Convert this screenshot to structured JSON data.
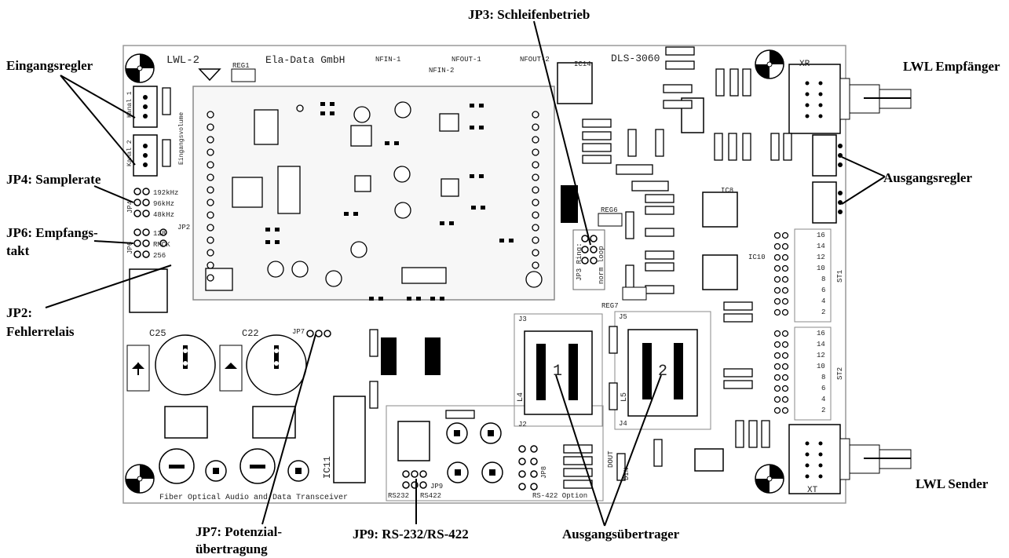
{
  "board": {
    "title": "LWL-2",
    "maker": "Ela-Data GmbH",
    "model": "DLS-3060",
    "tagline": "Fiber Optical Audio and Data Transceiver",
    "nfin1": "NFIN-1",
    "nfin2": "NFIN-2",
    "nfout1": "NFOUT-1",
    "nfout2": "NFOUT-2",
    "xr": "XR",
    "xt": "XT",
    "kanal1": "Kanal 1",
    "kanal2": "Kanal 2",
    "eingangsvolume": "Eingangsvolume",
    "sr192": "192kHz",
    "sr96": "96kHz",
    "sr48": "48kHz",
    "t128": "128",
    "rmck": "RMCK",
    "t256": "256",
    "jp3_ring": "JP3 Ring:",
    "jp3_opts": "norm loop",
    "rs232": "RS232",
    "rs422": "RS422",
    "rs422_option": "RS-422 Option",
    "dout": "DOUT",
    "din": "DIN",
    "xfmr1": "1",
    "xfmr2": "2",
    "j2": "J2",
    "j3": "J3",
    "j4": "J4",
    "j5": "J5",
    "l4": "L4",
    "l5": "L5",
    "st1": "ST1",
    "st2": "ST2",
    "st_pins": [
      "16",
      "14",
      "12",
      "10",
      "8",
      "6",
      "4",
      "2"
    ],
    "label_jp2": "JP2",
    "label_jp4": "JP4",
    "label_jp6": "JP6",
    "label_jp7": "JP7",
    "label_jp8": "JP8",
    "label_jp9": "JP9",
    "label_c25": "C25",
    "label_c22": "C22",
    "label_ic11": "IC11",
    "label_ic14": "IC14",
    "label_ic8": "IC8",
    "label_ic10": "IC10",
    "label_reg1": "REG1",
    "label_reg6": "REG6",
    "label_reg7": "REG7"
  },
  "callouts": {
    "eingangsregler": "Eingangsregler",
    "jp4": "JP4: Samplerate",
    "jp6_line1": "JP6: Empfangs-",
    "jp6_line2": "takt",
    "jp2_line1": "JP2:",
    "jp2_line2": "Fehlerrelais",
    "jp3": "JP3: Schleifenbetrieb",
    "lwl_empfaenger": "LWL Empfänger",
    "ausgangsregler": "Ausgangsregler",
    "lwl_sender": "LWL Sender",
    "jp7_line1": "JP7: Potenzial-",
    "jp7_line2": "übertragung",
    "jp9": "JP9: RS-232/RS-422",
    "ausgangsuebertrager": "Ausgangsübertrager"
  }
}
